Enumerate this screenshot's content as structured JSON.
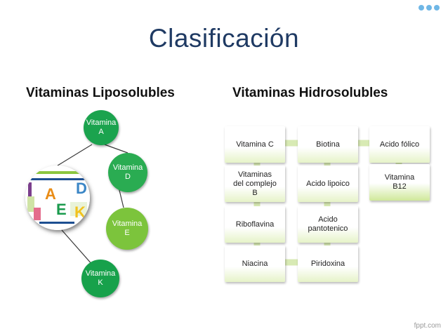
{
  "slide": {
    "title": "Clasificación",
    "left_heading": "Vitaminas Liposolubles",
    "right_heading": "Vitaminas Hidrosolubles",
    "watermark": "fppt.com"
  },
  "liposolubles": {
    "items": [
      {
        "label": "Vitamina\nA",
        "color": "#1ba34e"
      },
      {
        "label": "Vitamina\nD",
        "color": "#2aac52"
      },
      {
        "label": "Vitamina\nE",
        "color": "#7cc43c"
      },
      {
        "label": "Vitamina\nK",
        "color": "#17a14b"
      }
    ],
    "picture_letters": [
      "A",
      "D",
      "E",
      "K"
    ],
    "picture_letter_colors": [
      "#e98c16",
      "#3b86c6",
      "#1a9a4d",
      "#f2c21e"
    ]
  },
  "hidrosolubles": {
    "columns": [
      [
        "Vitamina C",
        "Vitaminas\ndel complejo\nB",
        "Riboflavina",
        "Niacina"
      ],
      [
        "Biotina",
        "Acido lipoico",
        "Acido\npantotenico",
        "Piridoxina"
      ],
      [
        "Acido fólico",
        "Vitamina\nB12"
      ]
    ]
  },
  "colors": {
    "title": "#1f3a63",
    "connector": "#d8eab4",
    "watermark": "#9a9a9a"
  }
}
